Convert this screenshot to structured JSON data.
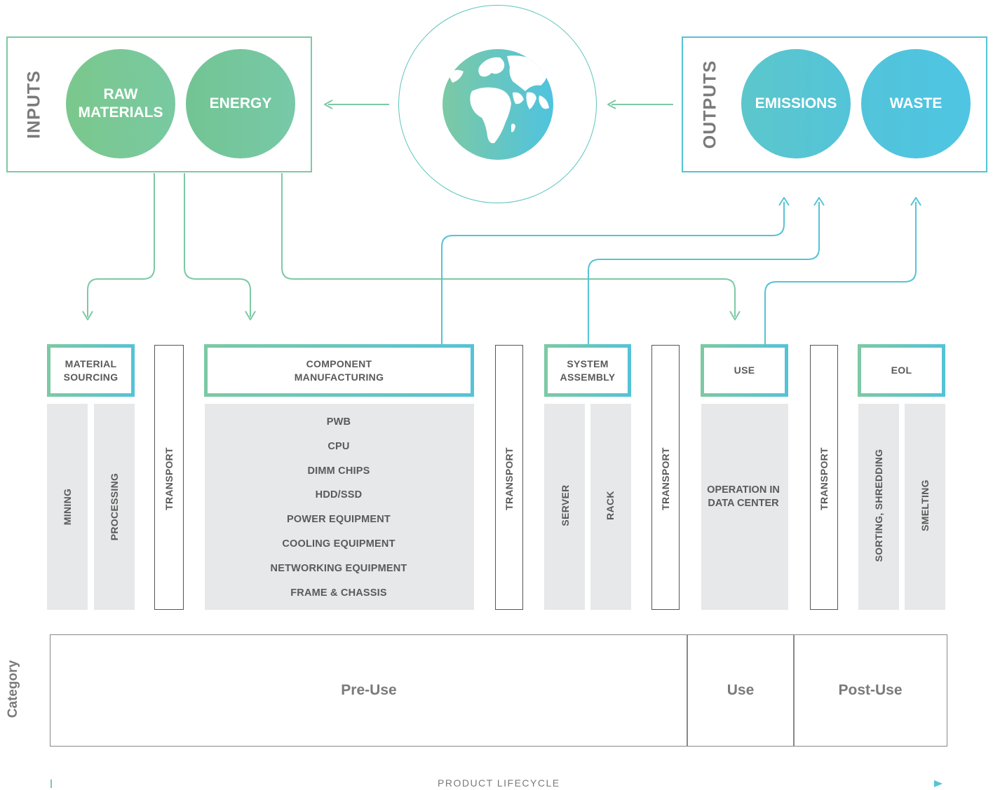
{
  "colors": {
    "green": "#7cc9a4",
    "blue": "#55c3d6",
    "gray_fill": "#e7e8e9",
    "text": "#5a5a5a"
  },
  "inputs": {
    "label": "INPUTS",
    "raw_materials": "RAW MATERIALS",
    "energy": "ENERGY"
  },
  "outputs": {
    "label": "OUTPUTS",
    "emissions": "EMISSIONS",
    "waste": "WASTE"
  },
  "globe": {
    "icon": "globe-icon"
  },
  "stages": {
    "material_sourcing": "MATERIAL SOURCING",
    "component_manufacturing": "COMPONENT MANUFACTURING",
    "system_assembly": "SYSTEM ASSEMBLY",
    "use": "USE",
    "eol": "EOL"
  },
  "processes": {
    "mining": "MINING",
    "processing": "PROCESSING",
    "transport": "TRANSPORT",
    "components": [
      "PWB",
      "CPU",
      "DIMM CHIPS",
      "HDD/SSD",
      "POWER EQUIPMENT",
      "COOLING EQUIPMENT",
      "NETWORKING EQUIPMENT",
      "FRAME & CHASSIS"
    ],
    "server": "SERVER",
    "rack": "RACK",
    "operation": "OPERATION IN DATA CENTER",
    "sorting": "SORTING, SHREDDING",
    "smelting": "SMELTING"
  },
  "category": {
    "label": "Category",
    "pre_use": "Pre-Use",
    "use": "Use",
    "post_use": "Post-Use"
  },
  "lifecycle": {
    "label": "PRODUCT LIFECYCLE"
  }
}
